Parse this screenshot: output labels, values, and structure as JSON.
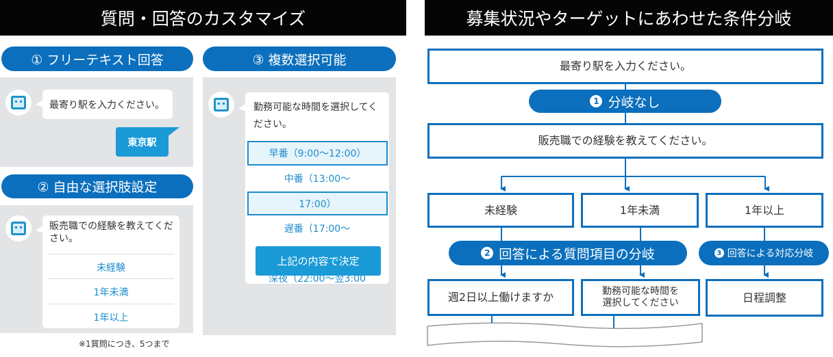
{
  "left_title": "質問・回答のカスタマイズ",
  "right_title": "募集状況やターゲットにあわせた条件分岐",
  "colors": {
    "accent": "#0b6fbd",
    "button": "#1a9ad6",
    "title_bg": "#050505",
    "panel_bg": "#e3e4e6"
  },
  "section1": {
    "label": "① フリーテキスト回答",
    "question": "最寄り駅を入力ください。",
    "answer": "東京駅"
  },
  "section2": {
    "label": "② 自由な選択肢設定",
    "question": "販売職での経験を教えてください。",
    "options": [
      "未経験",
      "1年未満",
      "1年以上"
    ],
    "note": "※1質問につき、5つまで"
  },
  "section3": {
    "label": "③ 複数選択可能",
    "question": "勤務可能な時間を選択してください。",
    "options": [
      {
        "label": "早番（9:00～12:00）",
        "selected": true
      },
      {
        "label": "中番（13:00～",
        "selected": false
      },
      {
        "label": "17:00）",
        "selected": true
      },
      {
        "label": "遅番（17:00～",
        "selected": false
      },
      {
        "label": "深夜（22:00～翌3:00",
        "selected": false
      }
    ],
    "submit": "上記の内容で決定"
  },
  "flow": {
    "q1": "最寄り駅を入力ください。",
    "branch1": {
      "num": "1",
      "label": "分岐なし"
    },
    "q2": "販売職での経験を教えてください。",
    "answers": [
      "未経験",
      "1年未満",
      "1年以上"
    ],
    "branch2": {
      "num": "2",
      "label": "回答による質問項目の分岐"
    },
    "branch3": {
      "num": "3",
      "label": "回答による対応分岐"
    },
    "next": [
      "週2日以上働けますか",
      "勤務可能な時間を選択してください",
      "日程調整"
    ]
  }
}
